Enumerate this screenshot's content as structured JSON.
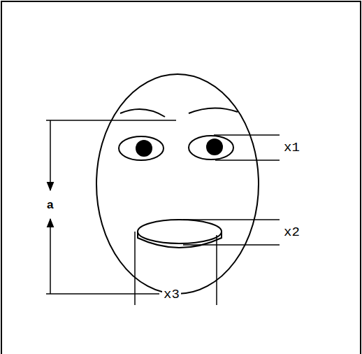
{
  "diagram": {
    "labels": [
      "x1",
      "a",
      "x2",
      "x3"
    ]
  }
}
